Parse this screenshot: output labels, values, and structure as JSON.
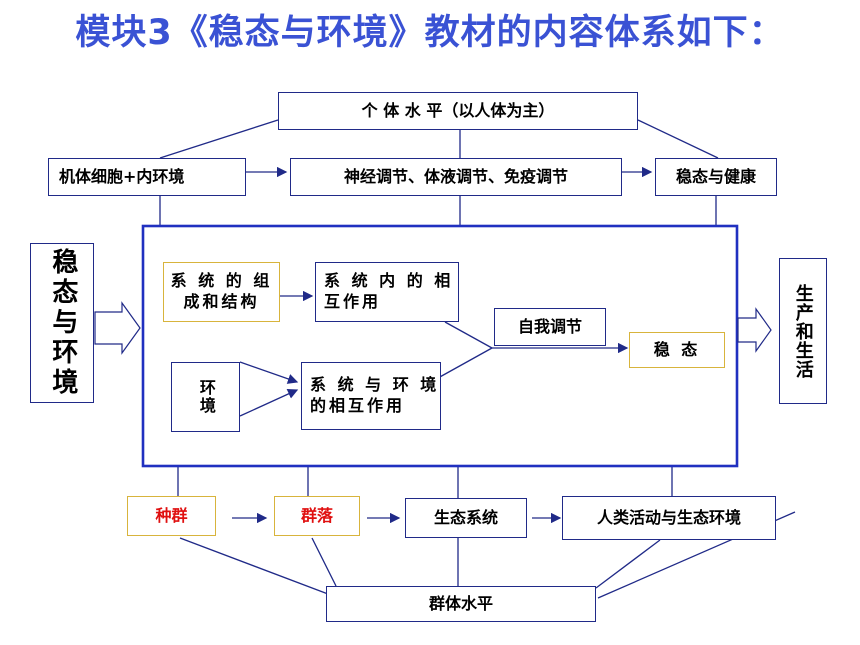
{
  "title": "模块3《稳态与环境》教材的内容体系如下：",
  "nodes": {
    "individual_level": "个 体 水 平（以人体为主）",
    "cells": "机体细胞+内环境",
    "regulation": "神经调节、体液调节、免疫调节",
    "health": "稳态与健康",
    "topic": "稳态与环境",
    "production": "生产和生活",
    "system_structure": "系 统 的 组\n成和结构",
    "system_inner": "系 统 内 的 相\n互作用",
    "environment": "环境",
    "system_env": "系 统 与 环 境\n的相互作用",
    "self_regulation": "自我调节",
    "steady_state": "稳 态",
    "population": "种群",
    "community": "群落",
    "ecosystem": "生态系统",
    "human_activity": "人类活动与生态环境",
    "group_level": "群体水平"
  },
  "colors": {
    "title": "#3a52d4",
    "line": "#202a88",
    "highlight_border": "#d8b43c",
    "highlight_text": "#e01010"
  }
}
